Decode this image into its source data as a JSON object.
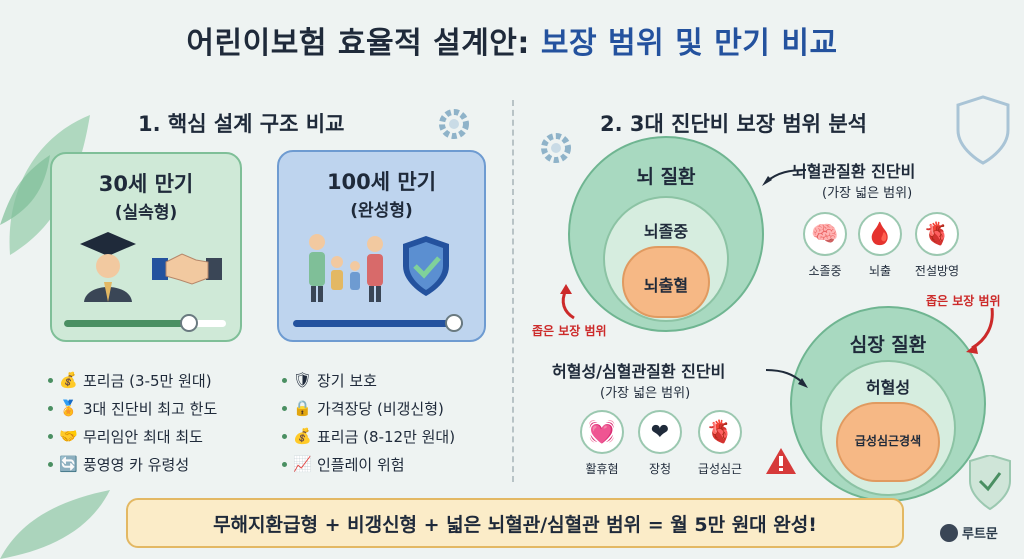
{
  "title_main": "어린이보험 효율적 설계안:",
  "title_accent": "보장 범위 및 만기 비교",
  "left": {
    "heading": "1. 핵심 설계 구조 비교",
    "card30": {
      "title": "30세 만기",
      "sub": "(실속형)",
      "color": "#cfe9d7"
    },
    "card100": {
      "title": "100세 만기",
      "sub": "(완성형)",
      "color": "#bed4ee"
    },
    "bullets30": [
      {
        "icon": "money-bag-icon",
        "glyph": "💰",
        "text": "포리금 (3-5만 원대)"
      },
      {
        "icon": "trophy-icon",
        "glyph": "🏅",
        "text": "3대 진단비 최고 한도"
      },
      {
        "icon": "handshake-icon",
        "glyph": "🤝",
        "text": "무리임안 최대 최도"
      },
      {
        "icon": "cycle-icon",
        "glyph": "🔄",
        "text": "풍영영 카 유령성"
      }
    ],
    "bullets100": [
      {
        "icon": "shield-icon",
        "glyph": "🛡",
        "text": "장기 보호"
      },
      {
        "icon": "lock-icon",
        "glyph": "🔒",
        "text": "가격장당 (비갱신형)"
      },
      {
        "icon": "money-bag-icon",
        "glyph": "💰",
        "text": "표리금 (8-12만 원대)"
      },
      {
        "icon": "chart-up-icon",
        "glyph": "📈",
        "text": "인플레이 위험"
      }
    ]
  },
  "right": {
    "heading": "2. 3대 진단비 보장 범위 분석",
    "brain": {
      "outer": "뇌 질환",
      "mid": "뇌졸중",
      "inner": "뇌출혈",
      "callout": "뇌혈관질환 진단비",
      "callout_sub": "(가장 넓은 범위)",
      "narrow": "좁은 보장 범위",
      "icons": [
        {
          "icon": "brain-icon",
          "glyph": "🧠",
          "label": "소졸중"
        },
        {
          "icon": "blood-drop-icon",
          "glyph": "🩸",
          "label": "뇌출"
        },
        {
          "icon": "artery-icon",
          "glyph": "🫀",
          "label": "전설방영"
        }
      ]
    },
    "heart": {
      "outer": "심장 질환",
      "mid": "허혈성",
      "inner": "급성심근경색",
      "callout": "허혈성/심혈관질환 진단비",
      "callout_sub": "(가장 넓은 범위)",
      "narrow": "좁은 보장 범위",
      "icons": [
        {
          "icon": "heartbeat-icon",
          "glyph": "💓",
          "label": "활휴혐"
        },
        {
          "icon": "heart-icon",
          "glyph": "❤",
          "label": "장청"
        },
        {
          "icon": "heart-organ-icon",
          "glyph": "🫀",
          "label": "급성심근"
        }
      ]
    }
  },
  "banner": "무해지환급형 + 비갱신형 + 넓은 뇌혈관/심혈관 범위 = 월 5만 원대 완성!",
  "brand": "루트문",
  "colors": {
    "accent": "#24529e",
    "green": "#4a8f62",
    "red": "#cc2a2a"
  }
}
